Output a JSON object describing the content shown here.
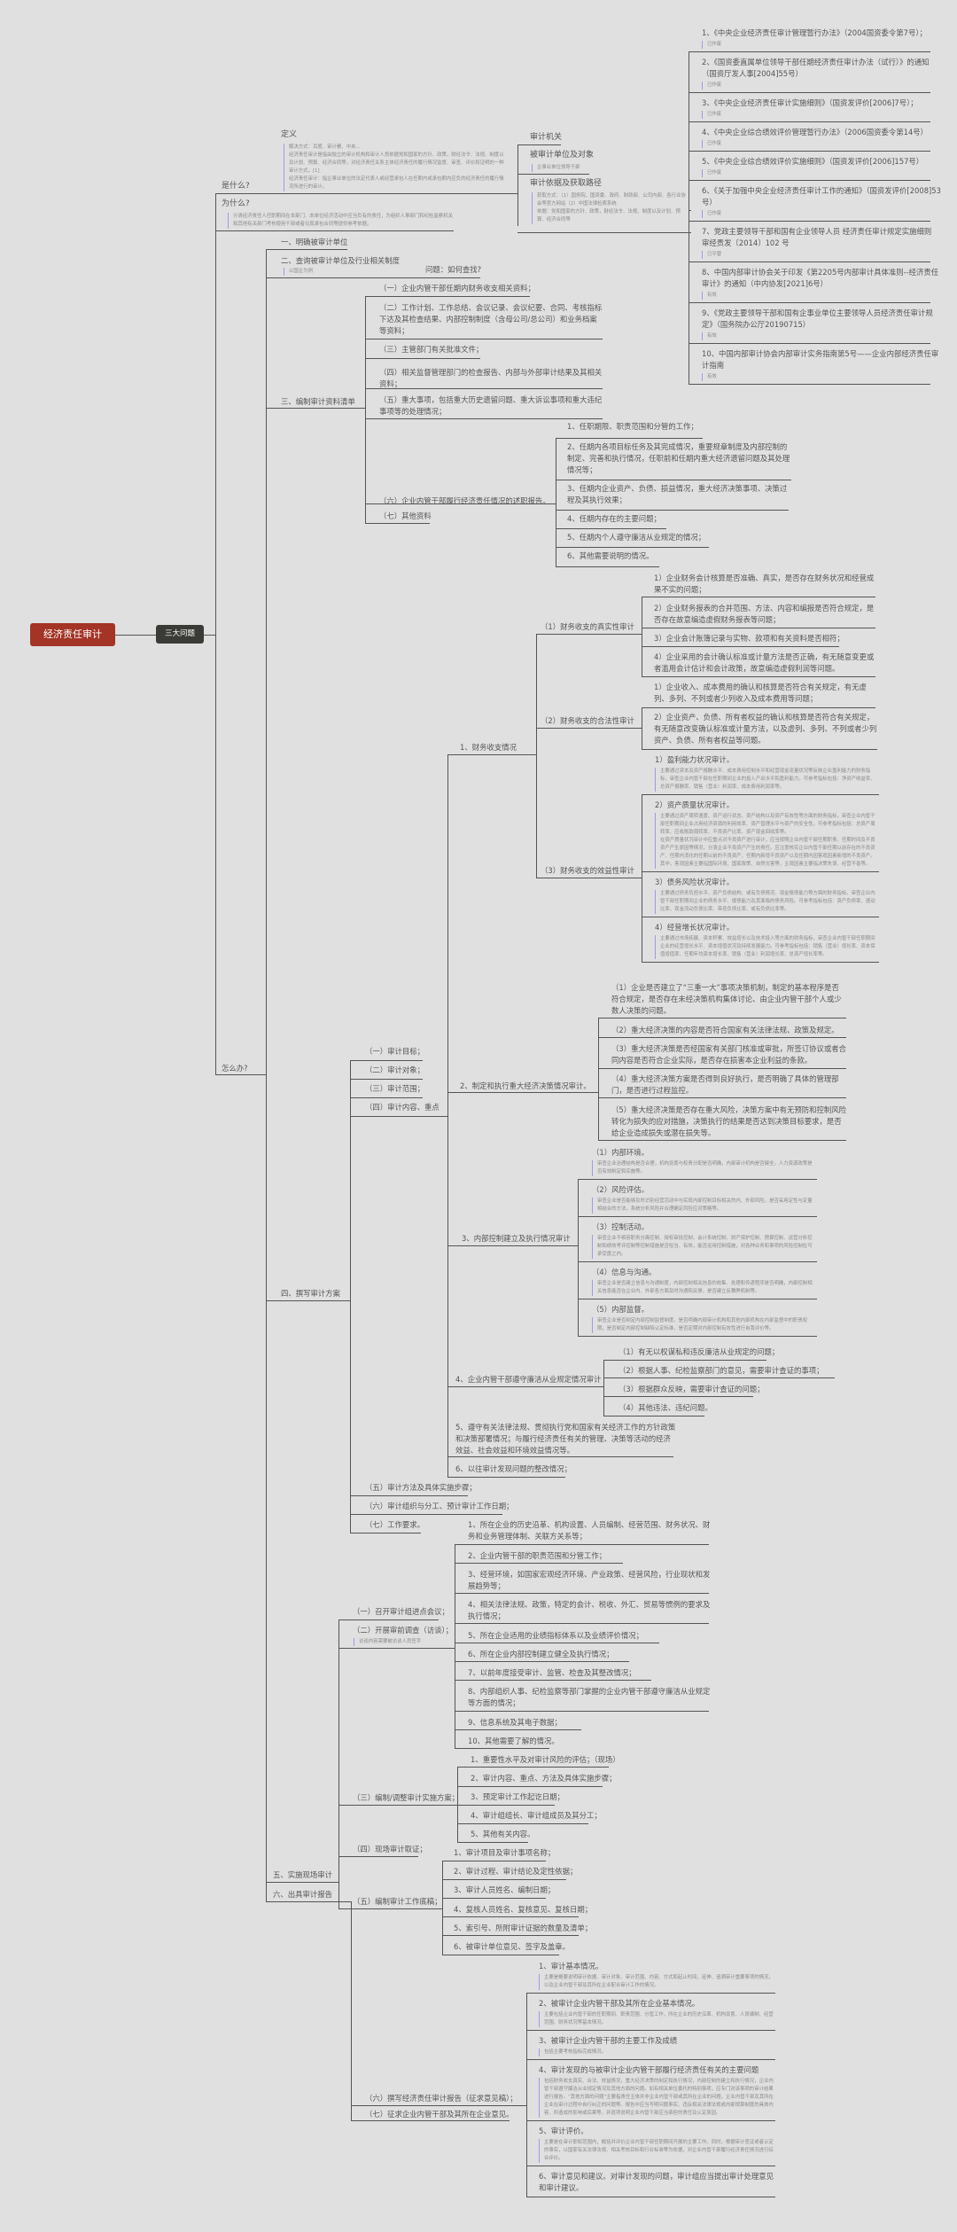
{
  "root": {
    "title": "经济责任审计",
    "hub": "三大问题"
  },
  "what": {
    "label": "是什么?",
    "definition": {
      "title": "定义",
      "note": "解决方式：百度、审计署、中央...\n经济责任审计是指由独立的审计机构和审计人员依据党和国家的方针、政策，财经法令、法规、制度以及计划、预算、经济合同等，对经济责任关系主体经济责任的履行情况监督、审查、评价和证明的一种审计方式。[1]\n经济责任审计：指企事业单位的法定代表人或经营承包人在任期内或承包期内应负的经济责任的履行情况所进行的审计。"
    },
    "audit_org": "审计机关",
    "auditee": {
      "title": "被审计单位及对象",
      "note": "企事业单位领导干部"
    },
    "basis": {
      "title": "审计依据及获取路径",
      "note": "获取方式：（1）国务院、国资委、政府、财政部、公司内部、各行业协会等官方网站（2）中国法律检索系统\n依据：党和国家的方针、政策，财经法令、法规、制度以及计划、预算、经济合同等"
    },
    "references": [
      {
        "title": "1、《中央企业经济责任审计管理暂行办法》（2004国资委令第7号）；",
        "status": "已作废"
      },
      {
        "title": "2、《国资委直属单位领导干部任期经济责任审计办法（试行）》的通知（国资厅发人事[2004]55号）",
        "status": "已作废"
      },
      {
        "title": "3、《中央企业经济责任审计实施细则》（国资发评价[2006]7号）；",
        "status": "已作废"
      },
      {
        "title": "4、《中央企业综合绩效评价管理暂行办法》（2006国资委令第14号）",
        "status": "已作废"
      },
      {
        "title": "5、《中央企业综合绩效评价实施细则》（国资发评价[2006]157号）",
        "status": "已作废"
      },
      {
        "title": "6、《关于加强中央企业经济责任审计工作的通知》（国资发评价[2008]53号）",
        "status": "已作废"
      },
      {
        "title": "7、党政主要领导干部和国有企业领导人员 经济责任审计规定实施细则 审经责发〔2014〕102 号",
        "status": "已平替"
      },
      {
        "title": "8、中国内部审计协会关于印发《第2205号内部审计具体准则--经济责任审计》的通知（中内协发[2021]6号）",
        "status": "有效"
      },
      {
        "title": "9、《党政主要领导干部和国有企事业单位主要领导人员经济责任审计规定》（国务院办公厅20190715）",
        "status": "有效"
      },
      {
        "title": "10、中国内部审计协会内部审计实务指南第5号——企业内部经济责任审计指南",
        "status": "有效"
      }
    ]
  },
  "why": {
    "label": "为什么?",
    "note": "分清经济责任人任职期间在本部门、本单位经济活动中应当负有的责任，为组织人事部门和纪检监察机关和其他有关部门考核使用干部或者兑现承包合同等提供参考依据。"
  },
  "how": {
    "label": "怎么办?",
    "steps": [
      {
        "label": "一、明确被审计单位"
      },
      {
        "label": "二、查询被审计单位及行业相关制度",
        "note": "以国企为例",
        "question": "问题：如何查找?"
      },
      {
        "label": "三、编制审计资料清单",
        "items": [
          "（一）企业内管干部任期内财务收支相关资料；",
          "（二）工作计划、工作总结、会议记录、会议纪要、合同、考核指标下达及其检查结果、内部控制制度（含母公司/总公司）和业务档案等资料；",
          "（三）主管部门有关批准文件；",
          "（四）相关监督管理部门的检查报告、内部与外部审计结果及其相关资料；",
          "（五）重大事项，包括重大历史遗留问题、重大诉讼事项和重大违纪事项等的处理情况；",
          "（六）企业内管干部履行经济责任情况的述职报告。",
          "（七）其他资料"
        ],
        "report_items": [
          "1、任职期限、职责范围和分管的工作；",
          "2、任期内各项目标任务及其完成情况，重要规章制度及内部控制的制定、完善和执行情况，任职前和任期内重大经济遗留问题及其处理情况等；",
          "3、任期内企业资产、负债、损益情况，重大经济决策事项、决策过程及其执行效果；",
          "4、任期内存在的主要问题；",
          "5、任期内个人遵守廉洁从业规定的情况；",
          "6、其他需要说明的情况。"
        ]
      },
      {
        "label": "四、撰写审计方案",
        "items": [
          "（一）审计目标；",
          "（二）审计对象；",
          "（三）审计范围；",
          "（四）审计内容、重点",
          "（五）审计方法及具体实施步骤；",
          "（六）审计组织与分工、预计审计工作日期；",
          "（七）工作要求。"
        ],
        "content": {
          "finance": {
            "label": "1、财务收支情况",
            "authenticity": {
              "label": "（1）财务收支的真实性审计",
              "items": [
                "1）企业财务会计核算是否准确、真实，是否存在财务状况和经营成果不实的问题；",
                "2）企业财务报表的合并范围、方法、内容和编报是否符合规定，是否存在故意编造虚假财务报表等问题；",
                "3）企业会计账簿记录与实物、款项和有关资料是否相符；",
                "4）企业采用的会计确认标准或计量方法是否正确，有无随意变更或者滥用会计估计和会计政策，故意编造虚假利润等问题。"
              ]
            },
            "legality": {
              "label": "（2）财务收支的合法性审计",
              "items": [
                "1）企业收入、成本费用的确认和核算是否符合有关规定，有无虚列、多列、不列或者少列收入及成本费用等问题；",
                "2）企业资产、负债、所有者权益的确认和核算是否符合有关规定，有无随意改变确认标准或计量方法，以及虚列、多列、不列或者少列资产、负债、所有者权益等问题。"
              ]
            },
            "efficiency": {
              "label": "（3）财务收支的效益性审计",
              "items": [
                {
                  "title": "1）盈利能力状况审计。",
                  "note": "主要通过资本及资产报酬水平、成本费用控制水平和经营现金流量状况等反映企业盈利能力的财务指标，审查企业内管干部在任职期间企业的投入产出水平和盈利能力。可参考指标包括：净资产收益率、总资产报酬率、销售（营业）利润率、成本费用利润率等。"
                },
                {
                  "title": "2）资产质量状况审计。",
                  "note": "主要通过资产周转速度、资产运行状态、资产结构以及资产有效性等方面的财务指标，审查企业内管干部任职期间企业占用经济资源的利用效率、资产管理水平与资产的安全性。可参考指标包括：总资产周转率、应收账款周转率、不良资产比率、资产现金回收率等。\n在资产质量状况审计中应重点对不良资产进行审计，应当按照企业内管干部任期职责、任期时间及不良资产产生原因等情况，分清企业不良资产产生的责任。应注意核实企业内管干部任期以前存在的不良资产、任期内消化的任期以前的不良资产、任期内新增不良资产以及任期内因客观因素新增的不良资产。其中，客观因素主要指国际环境、国家政策、自然灾害等，主观因素主要指决策失误、经营不善等。"
                },
                {
                  "title": "3）债务风险状况审计。",
                  "note": "主要通过债务负担水平、资产负债结构、或有负债情况、现金偿债能力等方面的财务指标，审查企业内管干部任职期间企业的债务水平、偿债能力及其面临的债务风险。可参考指标包括：资产负债率、速动比率、现金流动负债比率、带息负债比率、或有负债比率等。"
                },
                {
                  "title": "4）经营增长状况审计。",
                  "note": "主要通过市场拓展、资本积累、效益增长以及技术投入等方面的财务指标，审查企业内管干部任职期间企业的经营增长水平、资本增值状况及持续发展能力。可参考指标包括：销售（营业）增长率、资本保值增值率、任期年均资本增长率、销售（营业）利润增长率、总资产增长率等。"
                }
              ]
            }
          },
          "decisions": {
            "label": "2、制定和执行重大经济决策情况审计。",
            "items": [
              "（1）企业是否建立了“三重一大”事项决策机制，制定的基本程序是否符合规定，是否存在未经决策机构集体讨论、由企业内管干部个人或少数人决策的问题。",
              "（2）重大经济决策的内容是否符合国家有关法律法规、政策及规定。",
              "（3）重大经济决策是否经国家有关部门核准或审批，所签订协议或者合同内容是否符合企业实际，是否存在损害本企业利益的条款。",
              "（4）重大经济决策方案是否得到良好执行，是否明确了具体的管理部门，是否进行过程监控。",
              "（5）重大经济决策是否存在重大风险，决策方案中有无预防和控制风险转化为损失的应对措施，决策执行的结果是否达到决策目标要求，是否给企业造成损失或潜在损失等。"
            ]
          },
          "internal_control": {
            "label": "3、内部控制建立及执行情况审计",
            "items": [
              {
                "title": "（1）内部环境。",
                "note": "审查企业治理结构是否合理，机构设置与权责分配是否明确，内部审计机构是否健全，人力资源政策是否有效制定和实施等。"
              },
              {
                "title": "（2）风险评估。",
                "note": "审查企业是否能够及时识别经营活动中与实现内部控制目标相关的内、外部风险，是否采用定性与定量相结合的方法，系统分析风险并合理确定风险应对策略等。"
              },
              {
                "title": "（3）控制活动。",
                "note": "审查企业不相容职务分离控制、授权审批控制、会计系统控制、财产保护控制、预算控制、运营分析控制和绩效考评控制等控制措施是否恰当、有效，能否运用控制措施，对各种业务和事项的风险控制在可承受度之内。"
              },
              {
                "title": "（4）信息与沟通。",
                "note": "审查企业是否建立信息与沟通制度，内部控制相关信息的收集、处理和传递程序是否明确，内部控制相关信息能否在企业内、外部各方面及时沟通和反馈，是否建立反舞弊机制等。"
              },
              {
                "title": "（5）内部监督。",
                "note": "审查企业是否制定内部控制监督制度，是否明确内部审计机构和其他内部机构在内部监督中的职责权限，是否制定内部控制缺陷认定标准，是否定期对内部控制有效性进行自我评价等。"
              }
            ]
          },
          "integrity": {
            "label": "4、企业内管干部遵守廉洁从业规定情况审计",
            "items": [
              "（1）有无以权谋私和违反廉洁从业规定的问题；",
              "（2）根据人事、纪检监察部门的意见，需要审计查证的事项；",
              "（3）根据群众反映，需要审计查证的问题；",
              "（4）其他违法、违纪问题。"
            ]
          },
          "compliance": "5、遵守有关法律法规、贯彻执行党和国家有关经济工作的方针政策和决策部署情况；与履行经济责任有关的管理、决策等活动的经济效益、社会效益和环境效益情况等。",
          "rectification": "6、以往审计发现问题的整改情况；"
        }
      },
      {
        "label": "五、实施现场审计",
        "items": [
          "（一）召开审计组进点会议；",
          "（二）开展审前调查（访谈）；",
          "（三）编制/调整审计实施方案；",
          "（四）现场审计取证；",
          "（五）编制审计工作底稿；"
        ],
        "interview_note": "访谈内容需要被访谈人员签字",
        "interview": [
          "1、所在企业的历史沿革、机构设置、人员编制、经营范围、财务状况、财务和业务管理体制、关联方关系等；",
          "2、企业内管干部的职责范围和分管工作；",
          "3、经营环境，如国家宏观经济环境、产业政策、经营风险，行业现状和发展趋势等；",
          "4、相关法律法规、政策，特定的会计、税收、外汇、贸易等惯例的要求及执行情况；",
          "5、所在企业适用的业绩指标体系以及业绩评价情况；",
          "6、所在企业内部控制建立健全及执行情况；",
          "7、以前年度接受审计、监管、检查及其整改情况；",
          "8、内部组织人事、纪检监察等部门掌握的企业内管干部遵守廉洁从业规定等方面的情况；",
          "9、信息系统及其电子数据；",
          "10、其他需要了解的情况。"
        ],
        "plan": [
          "1、重要性水平及对审计风险的评估；（现场）",
          "2、审计内容、重点、方法及具体实施步骤；",
          "3、预定审计工作起讫日期；",
          "4、审计组组长、审计组成员及其分工；",
          "5、其他有关内容。"
        ],
        "workpaper": [
          "1、审计项目及审计事项名称；",
          "2、审计过程、审计结论及定性依据；",
          "3、审计人员姓名、编制日期；",
          "4、复核人员姓名、复核意见、复核日期；",
          "5、索引号、所附审计证据的数量及清单；",
          "6、被审计单位意见、签字及盖章。"
        ]
      },
      {
        "label": "六、出具审计报告",
        "items": [
          "（六）撰写经济责任审计报告（征求意见稿）；",
          "（七）征求企业内管干部及其所在企业意见。"
        ],
        "sections": [
          {
            "title": "1、审计基本情况。",
            "note": "主要是概要说明审计依据、审计对象、审计范围、内容、方式和起止时间，延伸、追溯审计重要事项的情况，以及企业内管干部及其所在企业配合审计工作的情况。"
          },
          {
            "title": "2、被审计企业内管干部及其所在企业基本情况。",
            "note": "主要包括企业内管干部的任职期间、职责范围、分管工作，所在企业的历史沿革、机构设置、人员编制、经营范围、财务状况等基本情况。"
          },
          {
            "title": "3、被审计企业内管干部的主要工作及成绩",
            "note": "包括主要考核指标完成情况。"
          },
          {
            "title": "4、审计发现的与被审计企业内管干部履行经济责任有关的主要问题",
            "note": "包括财务收支真实、合法、效益情况，重大经济决策的制定和执行情况，内部控制的建立和执行情况，企业内管干部遵守廉洁从业规定情况及其他方面的问题。如有相关单位委托的特别事项，应专门对该事项的审计结果进行报告。“其他方面的问题”主要指责任主体并非企业内管干部或其所在企业的问题，企业内管干部及其所在企业在审计过程中自行纠正的问题等。报告中应当写明问题事实、违反相关法律法规或内部规章制度的具体内容、所造成的影响或后果等，并逐项说明企业内管干部应当承担的责任及认定原因。"
          },
          {
            "title": "5、审计评价。",
            "note": "主要是在审计职权范围内，概括并评价企业内管干部任职期间开展的主要工作。同时，根据审计查证或者认定的事实，以国家有关法律法规、相关考核目标和行业标准等为依据，对企业内管干部履行经济责任情况进行综合评价。"
          },
          {
            "title": "6、审计意见和建议。对审计发现的问题，审计组应当提出审计处理意见和审计建议。"
          }
        ]
      }
    ]
  }
}
